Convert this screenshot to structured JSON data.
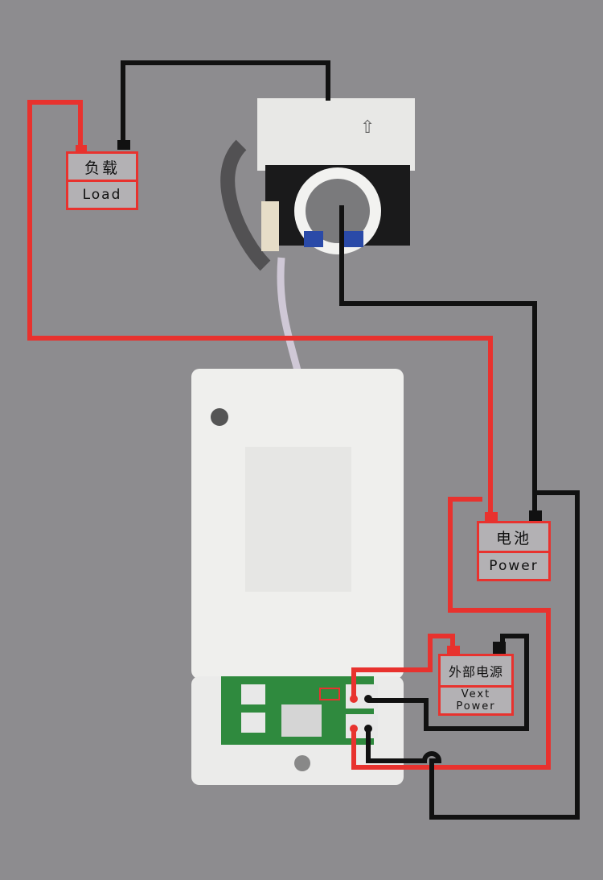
{
  "labels": {
    "load": {
      "cn": "负载",
      "en": "Load"
    },
    "battery": {
      "cn": "电池",
      "en": "Power"
    },
    "vext": {
      "cn": "外部电源",
      "en1": "Vext",
      "en2": "Power"
    }
  },
  "colors": {
    "positive_wire": "#e8322e",
    "negative_wire": "#111111",
    "background": "#8d8c8f"
  }
}
